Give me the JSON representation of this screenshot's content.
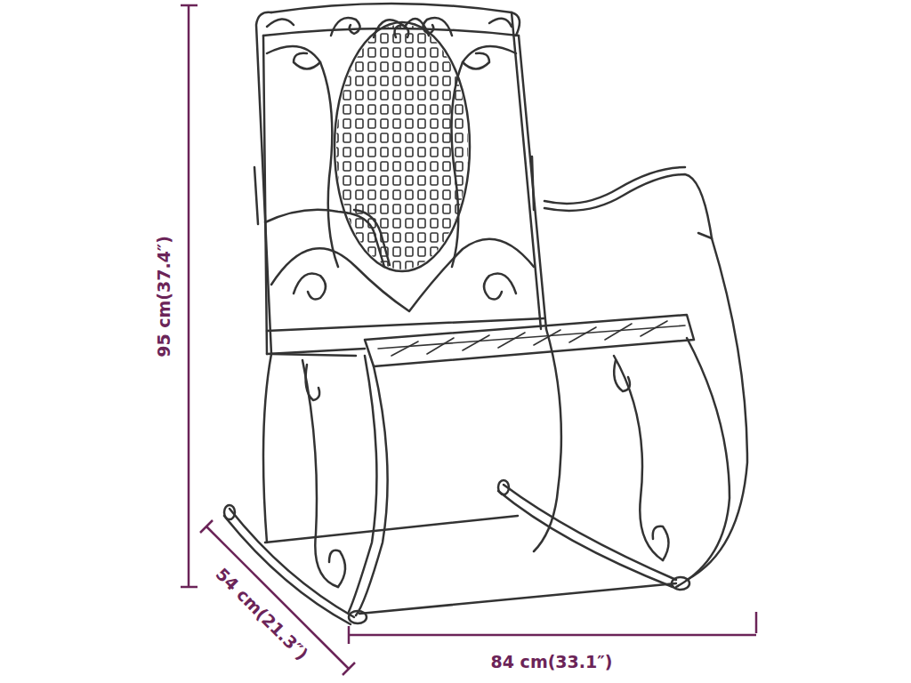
{
  "diagram": {
    "labels": [
      "95 cm(37.4″)",
      "54 cm(21.3″)",
      "84 cm(33.1″)"
    ]
  }
}
